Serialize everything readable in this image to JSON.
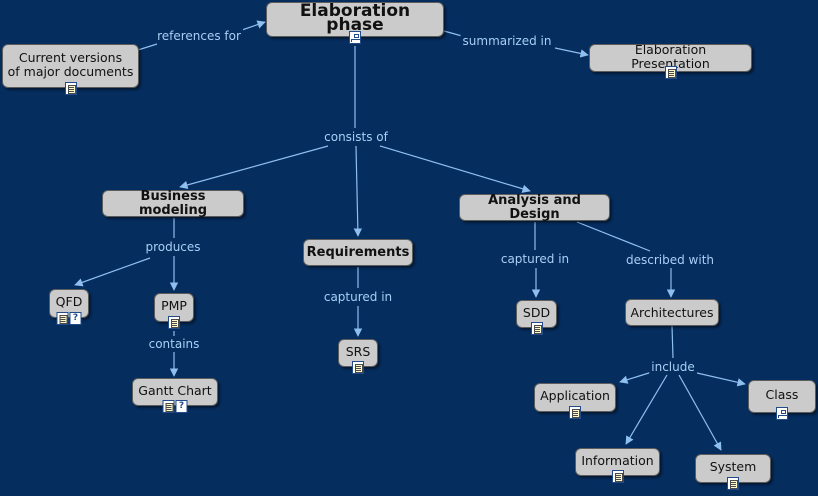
{
  "colors": {
    "background": "#052d5e",
    "node_fill": "#cbcbcb",
    "link_line": "#8fbfef",
    "link_text": "#a9cff7"
  },
  "nodes": {
    "elaboration_phase": "Elaboration phase",
    "current_versions": "Current versions\nof major documents",
    "elaboration_presentation": "Elaboration Presentation",
    "business_modeling": "Business modeling",
    "requirements": "Requirements",
    "analysis_design": "Analysis and Design",
    "qfd": "QFD",
    "pmp": "PMP",
    "gantt_chart": "Gantt Chart",
    "srs": "SRS",
    "sdd": "SDD",
    "architectures": "Architectures",
    "application": "Application",
    "class": "Class",
    "information": "Information",
    "system": "System"
  },
  "links": {
    "references_for": "references for",
    "summarized_in": "summarized in",
    "consists_of": "consists of",
    "produces": "produces",
    "contains": "contains",
    "captured_in_srs": "captured in",
    "captured_in_sdd": "captured in",
    "described_with": "described with",
    "include": "include"
  },
  "icons": {
    "concept_map": "concept-map-icon",
    "document": "document-icon",
    "help": "help-icon"
  }
}
